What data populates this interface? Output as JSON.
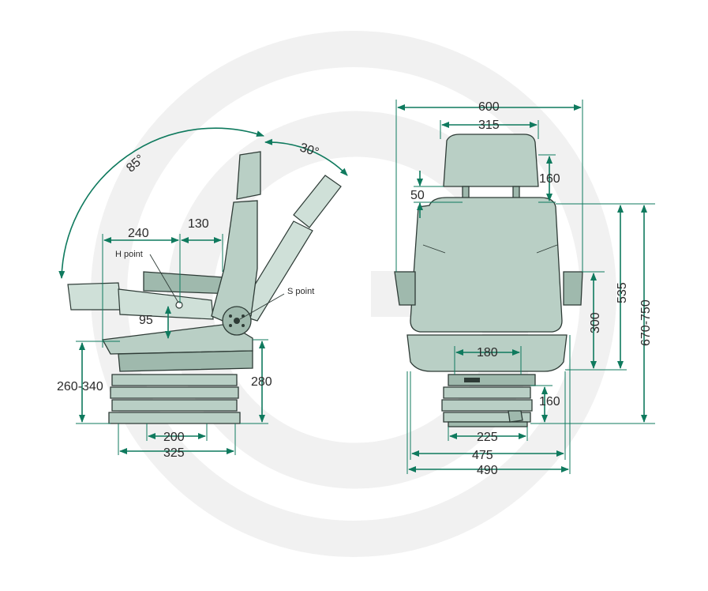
{
  "labels": {
    "angle_recline": "85°",
    "angle_back": "30°",
    "h_point": "H point",
    "s_point": "S point",
    "d240": "240",
    "d130": "130",
    "d95": "95",
    "d260_340": "260-340",
    "d280": "280",
    "d200": "200",
    "d325": "325",
    "d600": "600",
    "d315": "315",
    "d160_head": "160",
    "d50": "50",
    "d535": "535",
    "d670_750": "670-750",
    "d300": "300",
    "d180": "180",
    "d160_base": "160",
    "d225": "225",
    "d475": "475",
    "d490": "490"
  },
  "colors": {
    "dimension": "#0f7a5e",
    "seat_fill": "#b9cfc5",
    "outline": "#2e3b36",
    "watermark": "#f0f0f0"
  }
}
